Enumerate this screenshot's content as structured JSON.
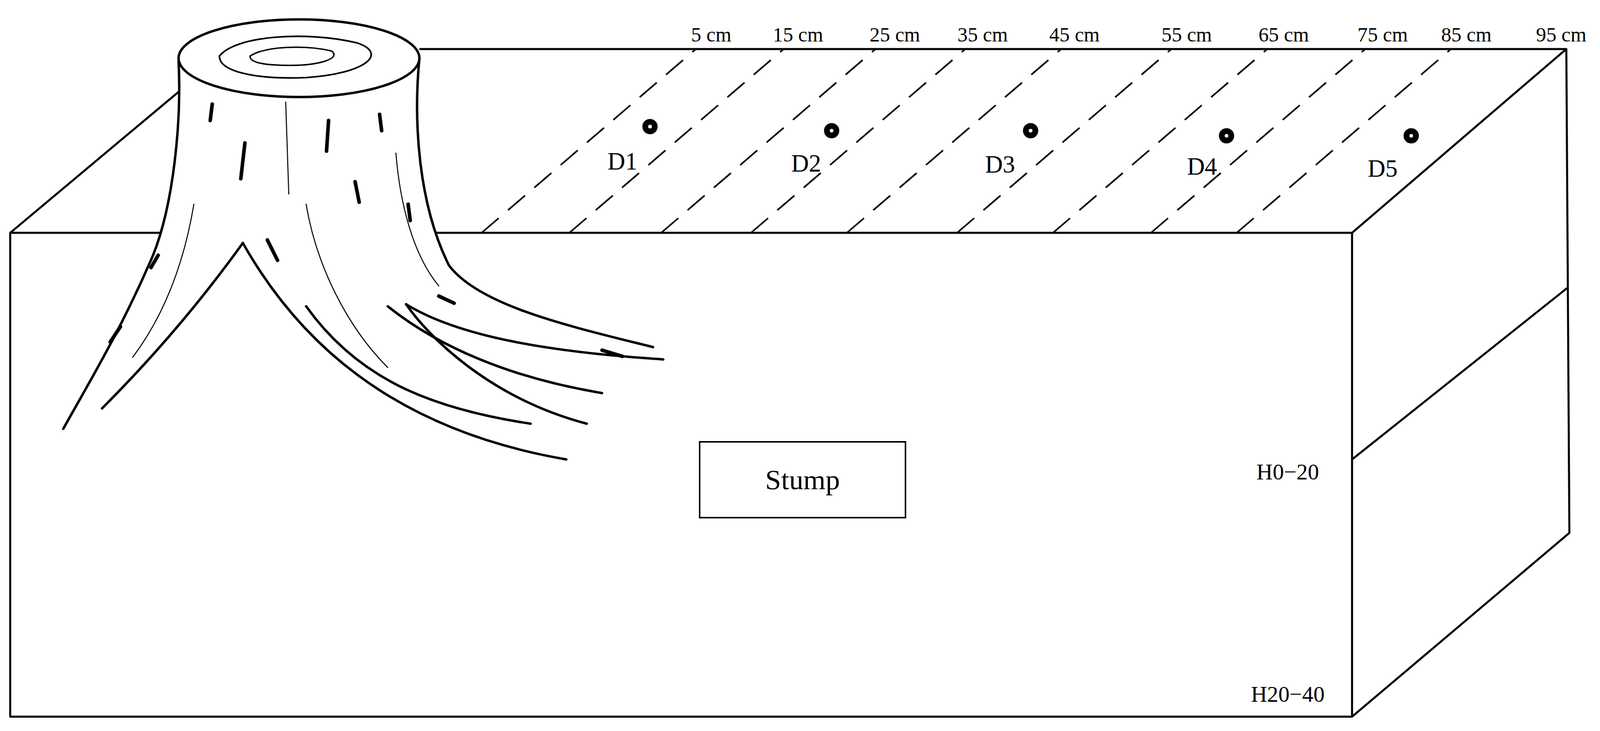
{
  "diagram": {
    "nodes": [
      {
        "text": [
          "Stump"
        ]
      }
    ],
    "labels": [
      "5 cm",
      "15 cm",
      "25 cm",
      "35 cm",
      "45 cm",
      "55 cm",
      "65 cm",
      "75 cm",
      "85 cm",
      "95 cm",
      "D1",
      "D2",
      "D3",
      "D4",
      "D5",
      "H0−20",
      "H20−40"
    ]
  }
}
